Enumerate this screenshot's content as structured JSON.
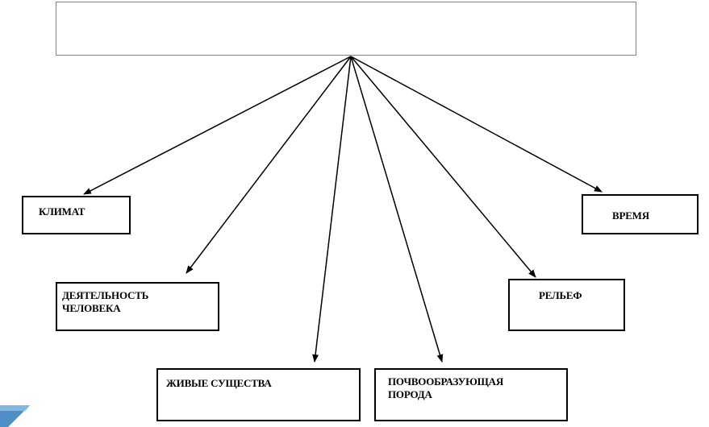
{
  "diagram": {
    "root": {
      "label": ""
    },
    "factors": [
      {
        "id": "climate",
        "label": "КЛИМАТ"
      },
      {
        "id": "human",
        "label": "ДЕЯТЕЛЬНОСТЬ\nЧЕЛОВЕКА"
      },
      {
        "id": "living",
        "label": "ЖИВЫЕ СУЩЕСТВА"
      },
      {
        "id": "parent-rock",
        "label": "ПОЧВООБРАЗУЮЩАЯ\nПОРОДА"
      },
      {
        "id": "relief",
        "label": "РЕЛЬЕФ"
      },
      {
        "id": "time",
        "label": "ВРЕМЯ"
      }
    ],
    "colors": {
      "line": "#000000",
      "root_border": "#808080",
      "corner_accent": "#4f8fc6"
    }
  }
}
